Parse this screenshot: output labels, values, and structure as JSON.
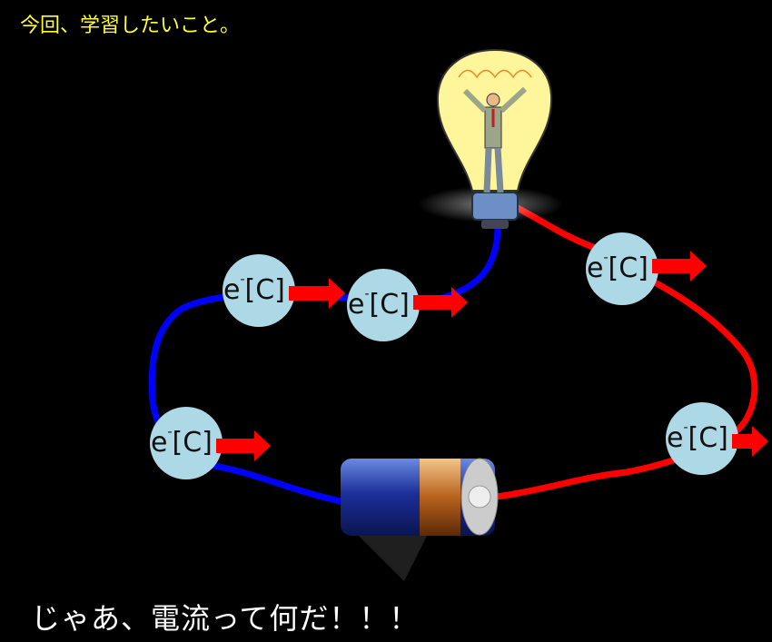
{
  "slide": {
    "title": "今回、学習したいこと。",
    "bottom_text": "じゃあ、電流って何だ！！！"
  },
  "electron": {
    "symbol": "e",
    "charge": "-",
    "unit": "[C]"
  },
  "colors": {
    "title": "#ffff33",
    "negative_wire": "#0000ff",
    "positive_wire": "#ff0000",
    "electron": "#add8e6",
    "arrow": "#ff0000"
  }
}
